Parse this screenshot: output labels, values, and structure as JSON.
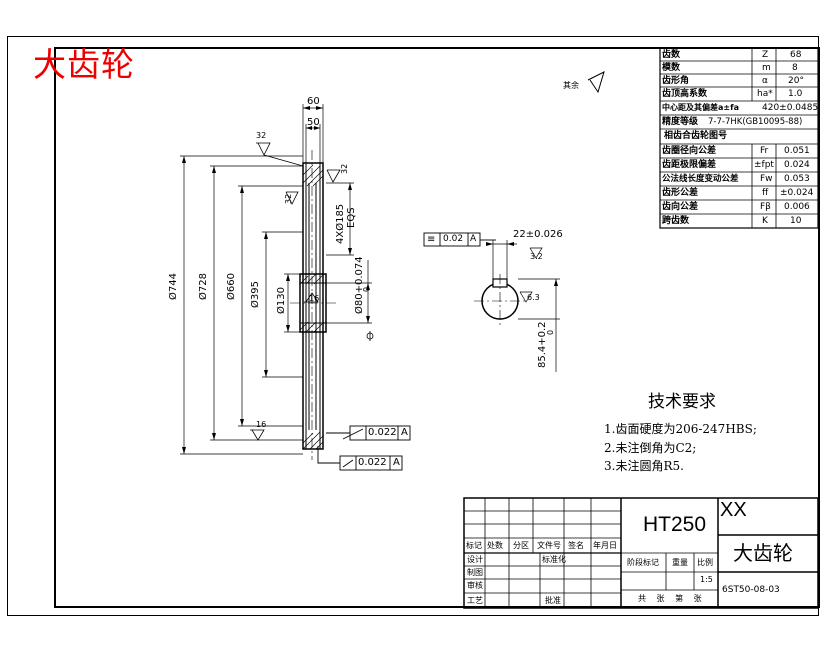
{
  "title": "大齿轮",
  "roughness_default": "其余",
  "params": [
    {
      "name": "齿数",
      "symbol": "Z",
      "value": "68"
    },
    {
      "name": "模数",
      "symbol": "m",
      "value": "8"
    },
    {
      "name": "齿形角",
      "symbol": "α",
      "value": "20°"
    },
    {
      "name": "齿顶高系数",
      "symbol": "ha*",
      "value": "1.0"
    },
    {
      "name": "中心距及其偏差a±fa",
      "symbol": "",
      "value": "420±0.0485"
    },
    {
      "name": "精度等级",
      "symbol": "",
      "value": "7-7-7HK(GB10095-88)"
    },
    {
      "name": "相齿合齿轮图号",
      "symbol": "",
      "value": ""
    },
    {
      "name": "齿圈径向公差",
      "symbol": "Fr",
      "value": "0.051"
    },
    {
      "name": "齿距极限偏差",
      "symbol": "±fpt",
      "value": "0.024"
    },
    {
      "name": "公法线长度变动公差",
      "symbol": "Fw",
      "value": "0.053"
    },
    {
      "name": "齿形公差",
      "symbol": "ff",
      "value": "±0.024"
    },
    {
      "name": "齿向公差",
      "symbol": "Fβ",
      "value": "0.006"
    },
    {
      "name": "跨齿数",
      "symbol": "K",
      "value": "10"
    }
  ],
  "dims": {
    "d744": "Ø744",
    "d728": "Ø728",
    "d660": "Ø660",
    "d395": "Ø395",
    "d130": "Ø130",
    "d80": "Ø80+0.074",
    "d80_low": "0",
    "w60": "60",
    "w50": "50",
    "holes": "4XØ185",
    "eqs": "EQS",
    "r32a": "32",
    "r32b": "32",
    "r32c": "32",
    "r16a": "16",
    "r16b": "16",
    "r63": "6.3",
    "r32d": "3.2",
    "key_width": "22±0.026",
    "hub_depth": "85.4+0.2",
    "hub_depth_low": "0"
  },
  "tolerances": {
    "sym_sym": "≡",
    "sym_val": "0.02",
    "sym_datum": "A",
    "runout1_val": "0.022",
    "runout1_datum": "A",
    "runout2_val": "0.022",
    "runout2_datum": "A"
  },
  "tech": {
    "heading": "技术要求",
    "items": [
      "1.齿面硬度为206-247HBS;",
      "2.未注倒角为C2;",
      "3.未注圆角R5."
    ]
  },
  "title_block": {
    "material": "HT250",
    "company": "XX",
    "part_name": "大齿轮",
    "drawing_no": "6ST50-08-03",
    "h_mark": "标记",
    "h_count": "处数",
    "h_zone": "分区",
    "h_file": "文件号",
    "h_sign": "签名",
    "h_date": "年月日",
    "r_design": "设计",
    "r_std": "标准化",
    "r_draw": "制图",
    "r_check": "审核",
    "r_process": "工艺",
    "r_approve": "批准",
    "stage": "阶段标记",
    "weight": "重量",
    "scale": "比例",
    "scale_val": "1:5",
    "sheet": "共 张 第 张"
  }
}
